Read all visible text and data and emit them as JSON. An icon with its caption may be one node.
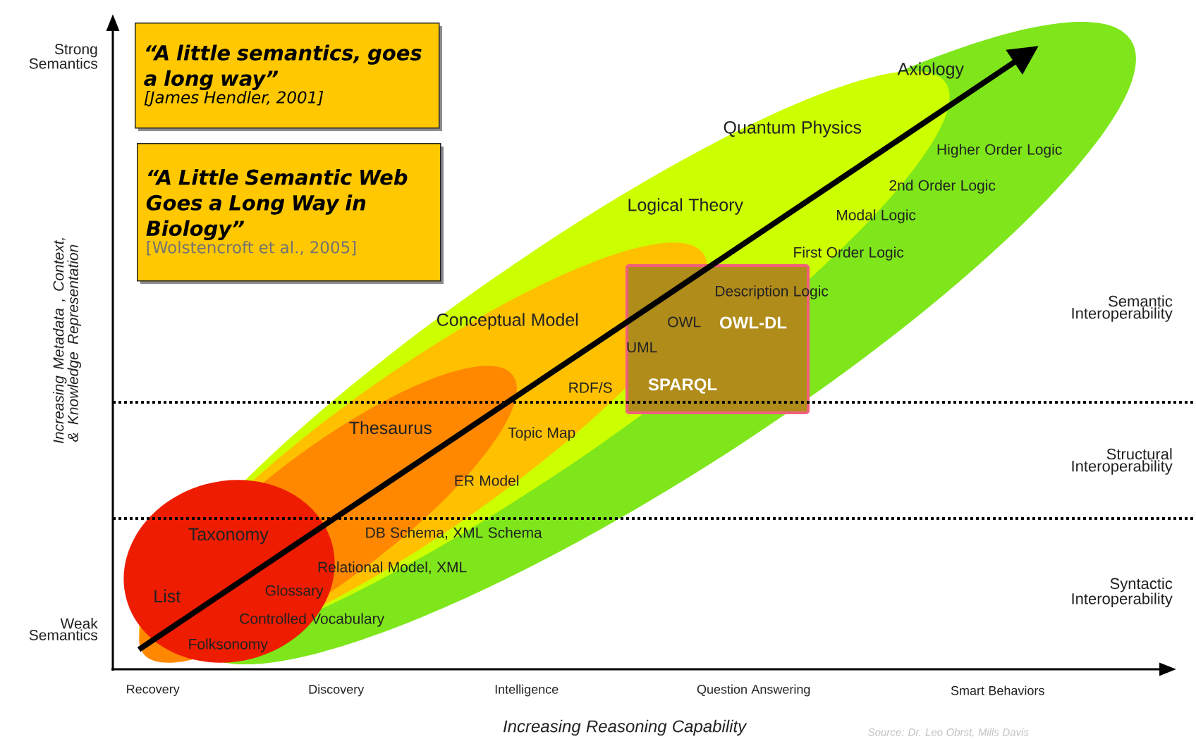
{
  "diagram": {
    "nodes": [
      {
        "text": [
          "“A little semantics, goes a long way”",
          "[James Hendler, 2001]"
        ]
      },
      {
        "text": [
          "“A Little Semantic Web Goes a Long Way in Biology”",
          "[Wolstencroft et al., 2005]"
        ]
      },
      {
        "text": [
          "OWL-DL",
          "SPARQL"
        ]
      }
    ],
    "labels": [
      "Strong Semantics",
      "Weak Semantics",
      "Increasing Metadata , Context, & Knowledge Representation",
      "Axiology",
      "Quantum Physics",
      "Higher Order Logic",
      "2nd Order Logic",
      "Logical Theory",
      "Modal Logic",
      "First Order Logic",
      "Description Logic",
      "Semantic Interoperability",
      "Conceptual Model",
      "OWL",
      "UML",
      "RDF/S",
      "Thesaurus",
      "Topic Map",
      "Structural Interoperability",
      "ER Model",
      "DB Schema, XML Schema",
      "Taxonomy",
      "Relational Model, XML",
      "List",
      "Glossary",
      "Syntactic Interoperability",
      "Controlled Vocabulary",
      "Folksonomy",
      "Recovery",
      "Discovery",
      "Intelligence",
      "Question Answering",
      "Smart Behaviors",
      "Increasing Reasoning Capability",
      "Source: Dr. Leo Obrst, Mills Davis"
    ]
  }
}
